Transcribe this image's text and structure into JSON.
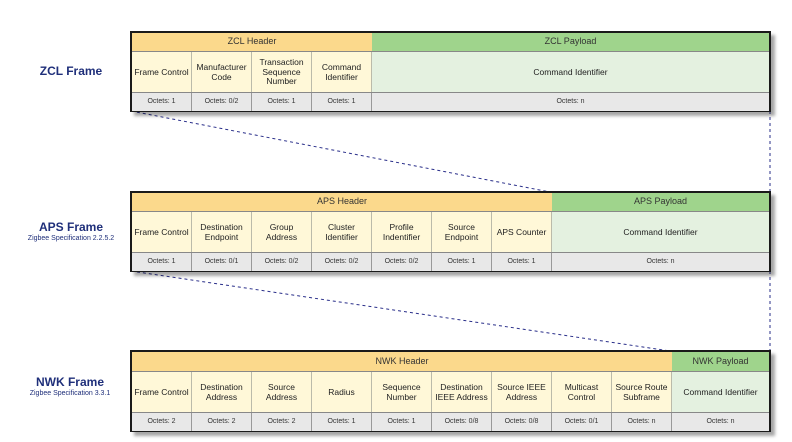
{
  "frames": [
    {
      "key": "zcl",
      "title": "ZCL Frame",
      "subtitle": "",
      "header_label": "ZCL Header",
      "payload_label": "ZCL Payload",
      "fields": [
        "Frame Control",
        "Manufacturer Code",
        "Transaction Sequence Number",
        "Command Identifier"
      ],
      "field_octets": [
        "Octets: 1",
        "Octets: 0/2",
        "Octets: 1",
        "Octets: 1"
      ],
      "payload_field": "Command Identifier",
      "payload_octets": "Octets: n"
    },
    {
      "key": "aps",
      "title": "APS Frame",
      "subtitle": "Zigbee Specification 2.2.5.2",
      "header_label": "APS Header",
      "payload_label": "APS Payload",
      "fields": [
        "Frame Control",
        "Destination Endpoint",
        "Group Address",
        "Cluster Identifier",
        "Profile Indentifier",
        "Source Endpoint",
        "APS Counter"
      ],
      "field_octets": [
        "Octets: 1",
        "Octets: 0/1",
        "Octets: 0/2",
        "Octets: 0/2",
        "Octets: 0/2",
        "Octets: 1",
        "Octets: 1"
      ],
      "payload_field": "Command Identifier",
      "payload_octets": "Octets: n"
    },
    {
      "key": "nwk",
      "title": "NWK Frame",
      "subtitle": "Zigbee Specification 3.3.1",
      "header_label": "NWK Header",
      "payload_label": "NWK Payload",
      "fields": [
        "Frame Control",
        "Destination Address",
        "Source Address",
        "Radius",
        "Sequence Number",
        "Destination IEEE Address",
        "Source IEEE Address",
        "Multicast Control",
        "Source Route Subframe"
      ],
      "field_octets": [
        "Octets: 2",
        "Octets: 2",
        "Octets: 2",
        "Octets: 1",
        "Octets: 1",
        "Octets: 0/8",
        "Octets: 0/8",
        "Octets: 0/1",
        "Octets: n"
      ],
      "payload_field": "Command Identifier",
      "payload_octets": "Octets: n"
    }
  ],
  "colors": {
    "header": "#fbd98c",
    "payload_header": "#9fd48c",
    "field": "#fff8d8",
    "payload": "#e4f1e0",
    "octets": "#e8e8e8",
    "label_text": "#1f2f7a",
    "connector": "#2a2f8a"
  }
}
